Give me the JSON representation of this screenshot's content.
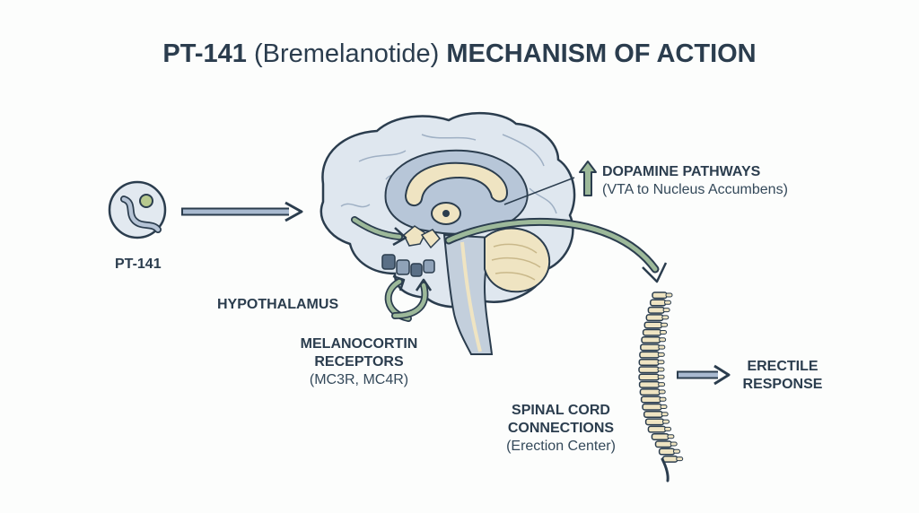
{
  "title": {
    "part1": "PT-141",
    "part2": "(Bremelanotide)",
    "part3": "MECHANISM OF ACTION"
  },
  "labels": {
    "pt141": "PT-141",
    "hypothalamus": "HYPOTHALAMUS",
    "melanocortin_line1": "MELANOCORTIN",
    "melanocortin_line2": "RECEPTORS",
    "melanocortin_sub": "(MC3R, MC4R)",
    "dopamine_title": "DOPAMINE PATHWAYS",
    "dopamine_sub": "(VTA to Nucleus Accumbens)",
    "spinal_line1": "SPINAL CORD",
    "spinal_line2": "CONNECTIONS",
    "spinal_sub": "(Erection Center)",
    "erectile_line1": "ERECTILE",
    "erectile_line2": "RESPONSE"
  },
  "colors": {
    "ink": "#2b3d4e",
    "brain_outer": "#dfe7ef",
    "brain_inner": "#b7c6d8",
    "beige": "#efe4c2",
    "arrow_green": "#9db99a",
    "arrow_blue": "#a9bad0"
  },
  "icons": {
    "molecule": "molecule-icon",
    "up_arrow": "up-arrow-icon"
  }
}
